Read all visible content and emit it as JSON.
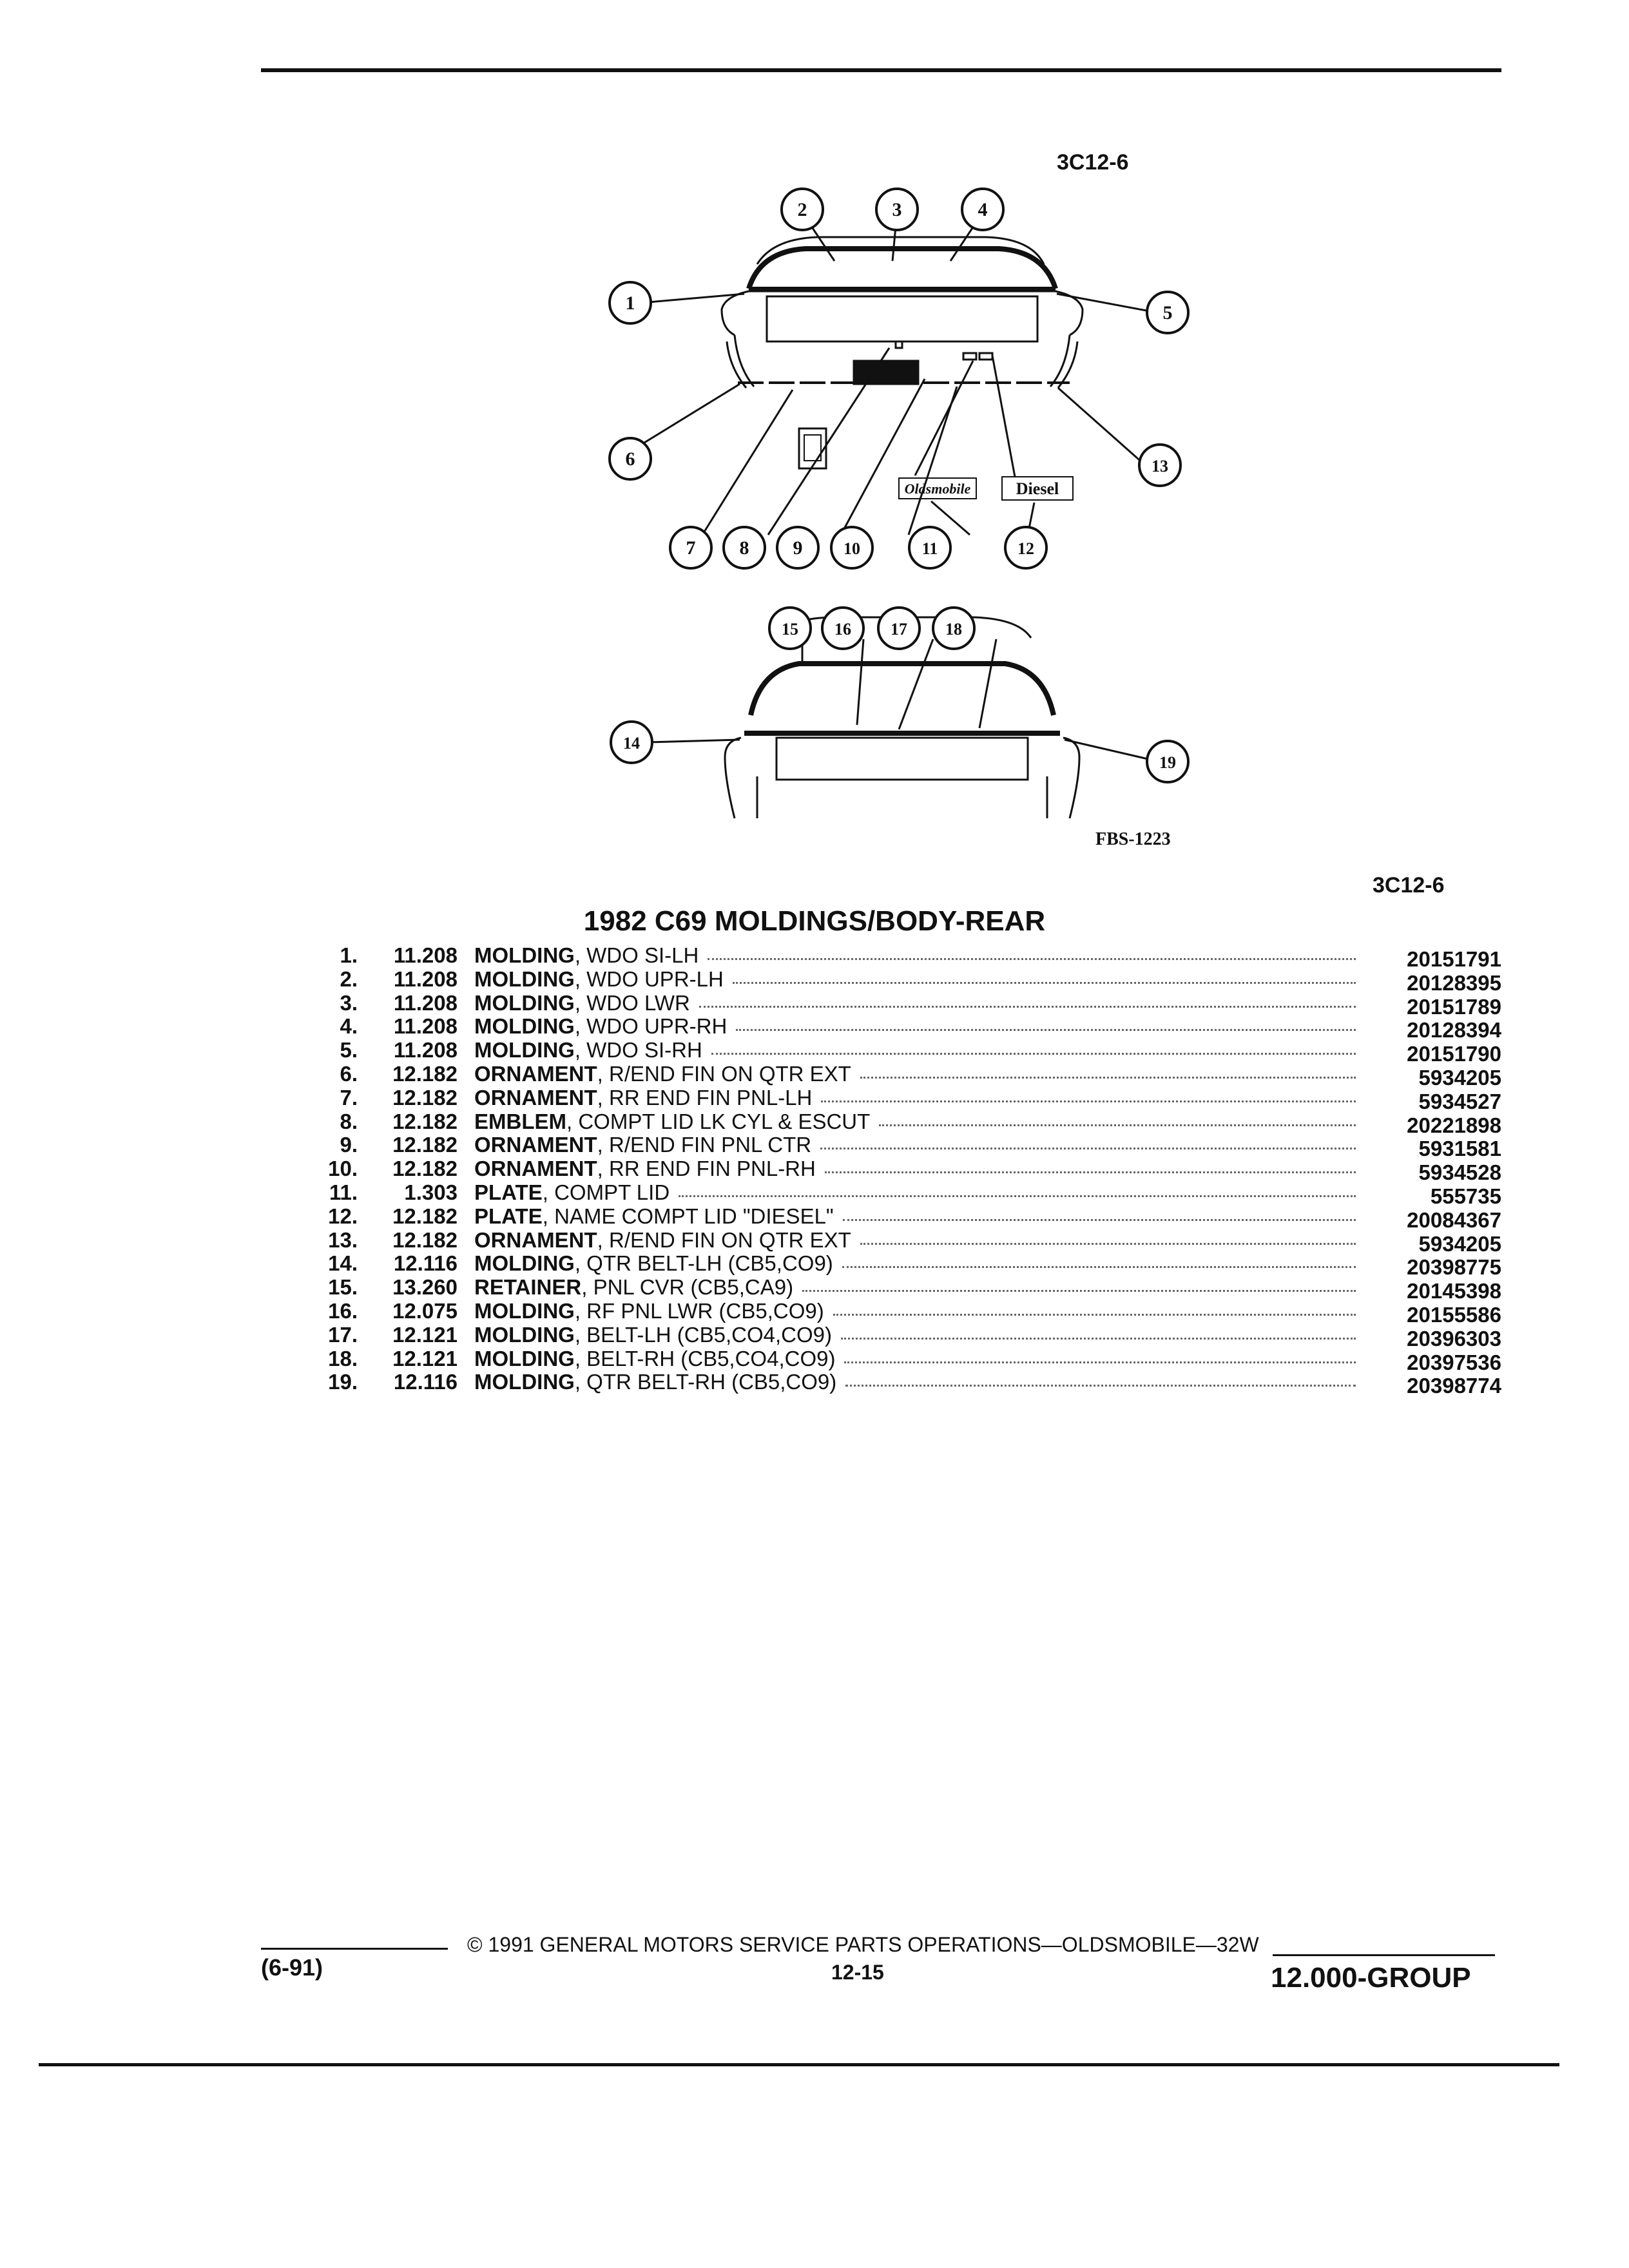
{
  "page": {
    "top_ref": "3C12-6",
    "figure_id": "FBS-1223",
    "section_ref": "3C12-6",
    "title": "1982 C69 MOLDINGS/BODY-REAR"
  },
  "diagram": {
    "callouts_top": [
      "1",
      "2",
      "3",
      "4",
      "5",
      "6",
      "7",
      "8",
      "9",
      "10",
      "11",
      "12",
      "13"
    ],
    "callouts_bottom": [
      "14",
      "15",
      "16",
      "17",
      "18",
      "19"
    ],
    "badge_oldsmobile": "Oldsmobile",
    "badge_diesel": "Diesel"
  },
  "parts": [
    {
      "num": "1.",
      "group": "11.208",
      "name": "MOLDING",
      "desc": ", WDO SI-LH",
      "part": "20151791"
    },
    {
      "num": "2.",
      "group": "11.208",
      "name": "MOLDING",
      "desc": ", WDO UPR-LH",
      "part": "20128395"
    },
    {
      "num": "3.",
      "group": "11.208",
      "name": "MOLDING",
      "desc": ", WDO LWR",
      "part": "20151789"
    },
    {
      "num": "4.",
      "group": "11.208",
      "name": "MOLDING",
      "desc": ", WDO UPR-RH",
      "part": "20128394"
    },
    {
      "num": "5.",
      "group": "11.208",
      "name": "MOLDING",
      "desc": ", WDO SI-RH",
      "part": "20151790"
    },
    {
      "num": "6.",
      "group": "12.182",
      "name": "ORNAMENT",
      "desc": ", R/END FIN ON QTR EXT",
      "part": "5934205"
    },
    {
      "num": "7.",
      "group": "12.182",
      "name": "ORNAMENT",
      "desc": ", RR END FIN PNL-LH",
      "part": "5934527"
    },
    {
      "num": "8.",
      "group": "12.182",
      "name": "EMBLEM",
      "desc": ", COMPT LID LK CYL & ESCUT",
      "part": "20221898"
    },
    {
      "num": "9.",
      "group": "12.182",
      "name": "ORNAMENT",
      "desc": ", R/END FIN PNL CTR",
      "part": "5931581"
    },
    {
      "num": "10.",
      "group": "12.182",
      "name": "ORNAMENT",
      "desc": ", RR END FIN PNL-RH",
      "part": "5934528"
    },
    {
      "num": "11.",
      "group": "1.303",
      "name": "PLATE",
      "desc": ", COMPT LID",
      "part": "555735"
    },
    {
      "num": "12.",
      "group": "12.182",
      "name": "PLATE",
      "desc": ", NAME COMPT LID \"DIESEL\"",
      "part": "20084367"
    },
    {
      "num": "13.",
      "group": "12.182",
      "name": "ORNAMENT",
      "desc": ", R/END FIN ON QTR EXT",
      "part": "5934205"
    },
    {
      "num": "14.",
      "group": "12.116",
      "name": "MOLDING",
      "desc": ", QTR BELT-LH (CB5,CO9)",
      "part": "20398775"
    },
    {
      "num": "15.",
      "group": "13.260",
      "name": "RETAINER",
      "desc": ", PNL CVR (CB5,CA9)",
      "part": "20145398"
    },
    {
      "num": "16.",
      "group": "12.075",
      "name": "MOLDING",
      "desc": ", RF PNL LWR (CB5,CO9)",
      "part": "20155586"
    },
    {
      "num": "17.",
      "group": "12.121",
      "name": "MOLDING",
      "desc": ", BELT-LH (CB5,CO4,CO9)",
      "part": "20396303"
    },
    {
      "num": "18.",
      "group": "12.121",
      "name": "MOLDING",
      "desc": ", BELT-RH (CB5,CO4,CO9)",
      "part": "20397536"
    },
    {
      "num": "19.",
      "group": "12.116",
      "name": "MOLDING",
      "desc": ", QTR BELT-RH (CB5,CO9)",
      "part": "20398774"
    }
  ],
  "footer": {
    "date": "(6-91)",
    "copyright": "© 1991 GENERAL MOTORS SERVICE PARTS OPERATIONS—OLDSMOBILE—32W",
    "page_no": "12-15",
    "group": "12.000-GROUP"
  }
}
